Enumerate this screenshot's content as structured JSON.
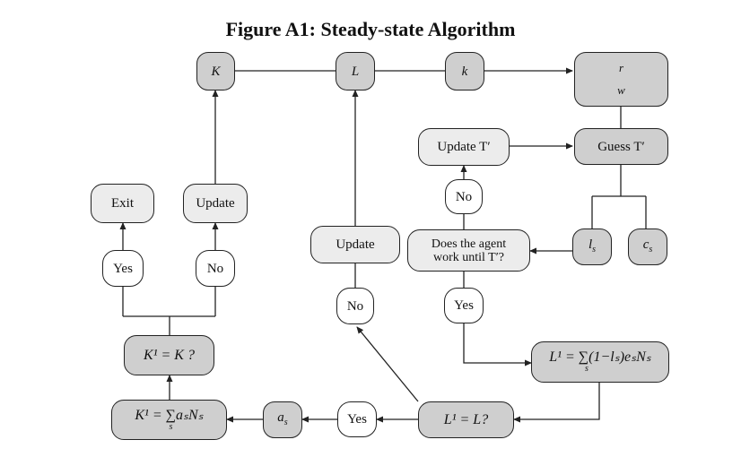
{
  "title": "Figure A1: Steady-state Algorithm",
  "nodes": {
    "K": "K",
    "L": "L",
    "k": "k",
    "r": "r",
    "w": "w",
    "update_T": "Update T′",
    "guess_T": "Guess T′",
    "no_T": "No",
    "exit": "Exit",
    "update_K": "Update",
    "update_L": "Update",
    "does_agent_line1": "Does the agent",
    "does_agent_line2": "work until T′?",
    "l_s": "l",
    "l_s_sub": "s",
    "c_s": "c",
    "c_s_sub": "s",
    "yes_K": "Yes",
    "no_K": "No",
    "no_L": "No",
    "yes_T": "Yes",
    "K1_check": "K¹ = K ?",
    "L1_formula": "L¹ = ∑(1−lₛ)eₛNₛ",
    "L1_formula_sub": "s",
    "K1_formula": "K¹ = ∑aₛNₛ",
    "K1_formula_sub": "s",
    "a_s": "a",
    "a_s_sub": "s",
    "yes_L": "Yes",
    "L1_check": "L¹ = L?"
  },
  "colors": {
    "dark_fill": "#cfcfcf",
    "light_fill": "#ececec",
    "line": "#222222"
  }
}
